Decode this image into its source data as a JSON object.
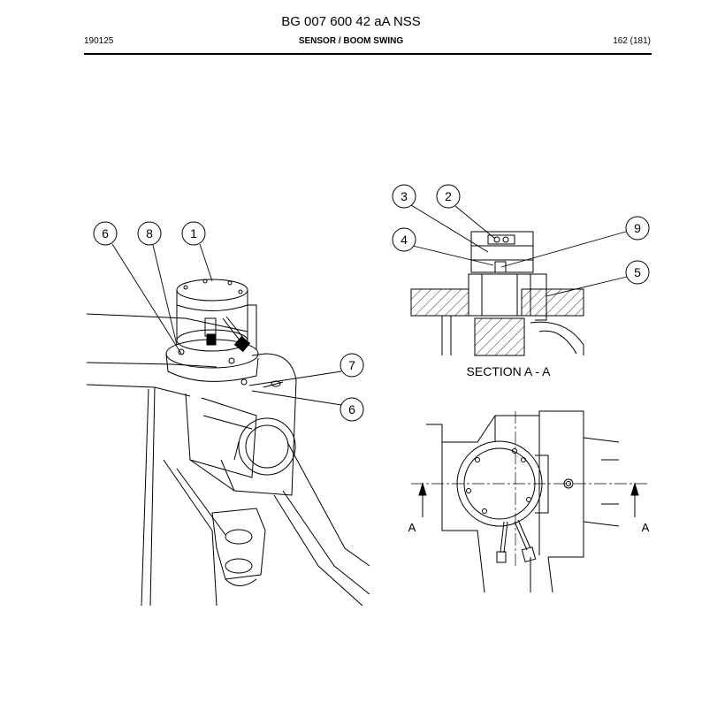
{
  "header": {
    "doc_number": "BG 007 600 42 aA NSS",
    "date_code": "190125",
    "section_title": "SENSOR / BOOM SWING",
    "page": "162 (181)"
  },
  "callouts": {
    "c1": "1",
    "c2": "2",
    "c3": "3",
    "c4": "4",
    "c5": "5",
    "c6a": "6",
    "c6b": "6",
    "c7": "7",
    "c8": "8",
    "c9": "9"
  },
  "section": {
    "caption": "SECTION A - A",
    "marker_left": "A",
    "marker_right": "A"
  }
}
